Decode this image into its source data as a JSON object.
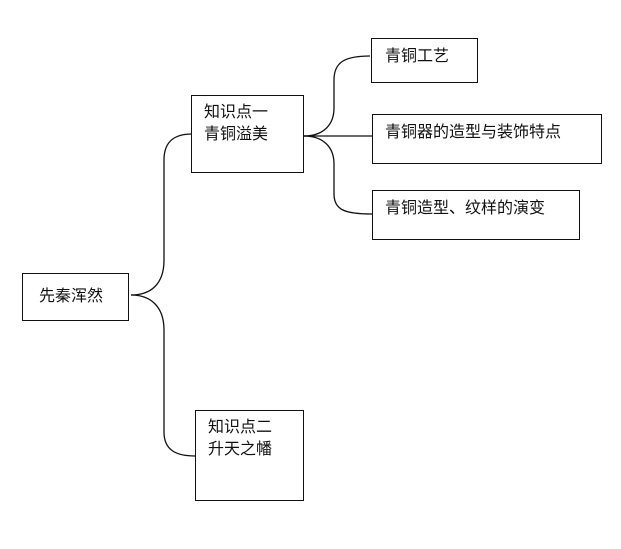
{
  "mindmap": {
    "root": {
      "label": "先秦浑然"
    },
    "knowledge_1": {
      "lines": [
        "知识点一",
        "青铜溢美"
      ],
      "children": [
        "青铜工艺",
        "青铜器的造型与装饰特点",
        "青铜造型、纹样的演变"
      ]
    },
    "knowledge_2": {
      "lines": [
        "知识点二",
        "升天之幡"
      ]
    }
  }
}
